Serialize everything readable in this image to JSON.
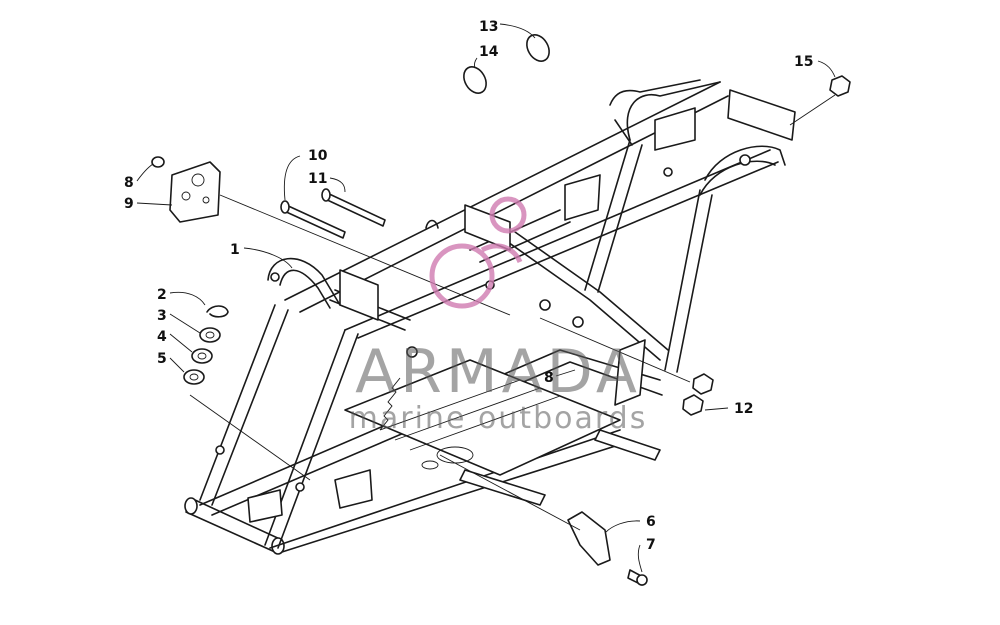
{
  "callouts": [
    {
      "id": "1",
      "text": "1"
    },
    {
      "id": "2",
      "text": "2"
    },
    {
      "id": "3",
      "text": "3"
    },
    {
      "id": "4",
      "text": "4"
    },
    {
      "id": "5",
      "text": "5"
    },
    {
      "id": "6",
      "text": "6"
    },
    {
      "id": "7",
      "text": "7"
    },
    {
      "id": "8a",
      "text": "8"
    },
    {
      "id": "8b",
      "text": "8"
    },
    {
      "id": "9",
      "text": "9"
    },
    {
      "id": "10",
      "text": "10"
    },
    {
      "id": "11",
      "text": "11"
    },
    {
      "id": "12",
      "text": "12"
    },
    {
      "id": "13",
      "text": "13"
    },
    {
      "id": "14",
      "text": "14"
    },
    {
      "id": "15",
      "text": "15"
    }
  ],
  "watermark": {
    "title": "ARMADA",
    "subtitle": "marine outboards",
    "logo_color": "#d07ab0"
  }
}
